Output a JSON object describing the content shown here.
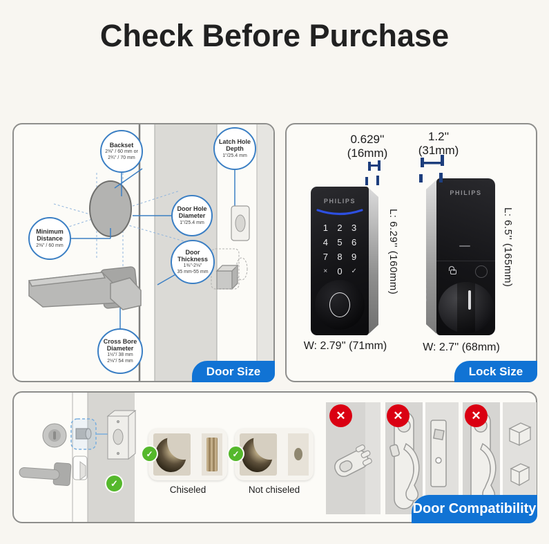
{
  "title": "Check Before Purchase",
  "icons": {
    "check": "✓",
    "cross": "✕"
  },
  "colors": {
    "accent_blue": "#1173d4",
    "check_green": "#55b82c",
    "cross_red": "#da0012",
    "callout_blue": "#3b7fc4",
    "dim_navy": "#1d3e7d"
  },
  "door_size": {
    "badge": "Door Size",
    "backset": {
      "label": "Backset",
      "line1": "2⅜\" / 60 mm or",
      "line2": "2¾\" / 70 mm"
    },
    "latch_hole_depth": {
      "label": "Latch Hole Depth",
      "line1": "1\"/25.4 mm"
    },
    "door_hole_diameter": {
      "label": "Door Hole Diameter",
      "line1": "1\"/25.4 mm"
    },
    "minimum_distance": {
      "label": "Minimum Distance",
      "line1": "2⅜\" / 60 mm"
    },
    "door_thickness": {
      "label": "Door Thickness",
      "line1": "1⅜\"-2⅛\"",
      "line2": "35 mm-55 mm"
    },
    "cross_bore_diameter": {
      "label": "Cross Bore Diameter",
      "line1": "1½\"/ 38 mm",
      "line2": "2⅛\"/ 54 mm"
    }
  },
  "lock_size": {
    "badge": "Lock Size",
    "front": {
      "brand": "PHILIPS",
      "thickness_in": "0.629''",
      "thickness_mm": "(16mm)",
      "length": "L: 6.29'' (160mm)",
      "width": "W: 2.79'' (71mm)",
      "keypad": [
        "1",
        "2",
        "3",
        "4",
        "5",
        "6",
        "7",
        "8",
        "9",
        "×",
        "0",
        "✓"
      ]
    },
    "back": {
      "brand": "PHILIPS",
      "thickness_in": "1.2''",
      "thickness_mm": "(31mm)",
      "length": "L: 6.5'' (165mm)",
      "width": "W: 2.7'' (68mm)"
    }
  },
  "door_compatibility": {
    "badge": "Door Compatibility",
    "chiseled": "Chiseled",
    "not_chiseled": "Not chiseled"
  }
}
